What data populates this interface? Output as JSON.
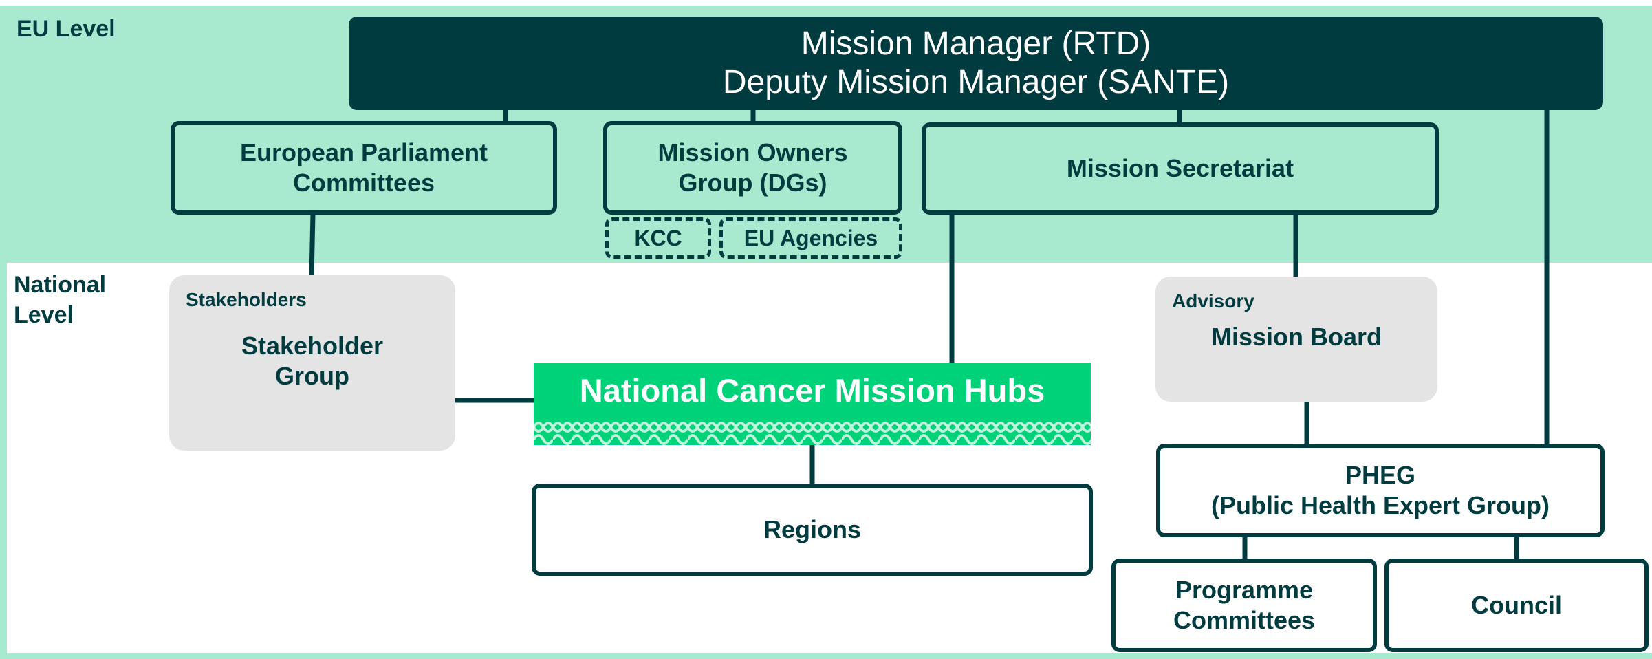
{
  "levels": {
    "eu": "EU Level",
    "national_line1": "National",
    "national_line2": "Level"
  },
  "boxes": {
    "mission_manager": {
      "line1": "Mission Manager (RTD)",
      "line2": "Deputy Mission Manager (SANTE)"
    },
    "european_parliament": {
      "line1": "European Parliament",
      "line2": "Committees"
    },
    "mission_owners": {
      "line1": "Mission Owners",
      "line2": "Group (DGs)"
    },
    "mission_secretariat": "Mission Secretariat",
    "kcc": "KCC",
    "eu_agencies": "EU Agencies",
    "stakeholders": {
      "tag": "Stakeholders",
      "line1": "Stakeholder",
      "line2": "Group"
    },
    "advisory": {
      "tag": "Advisory",
      "title": "Mission Board"
    },
    "national_hubs": "National Cancer Mission Hubs",
    "regions": "Regions",
    "pheg": {
      "line1": "PHEG",
      "line2": "(Public Health Expert Group)"
    },
    "programme_committees": {
      "line1": "Programme",
      "line2": "Committees"
    },
    "council": "Council"
  },
  "colors": {
    "eu_band": "#a8ead0",
    "dark_teal": "#003b40",
    "hub_green": "#00d27a",
    "grey_box": "#e3e4e3"
  }
}
